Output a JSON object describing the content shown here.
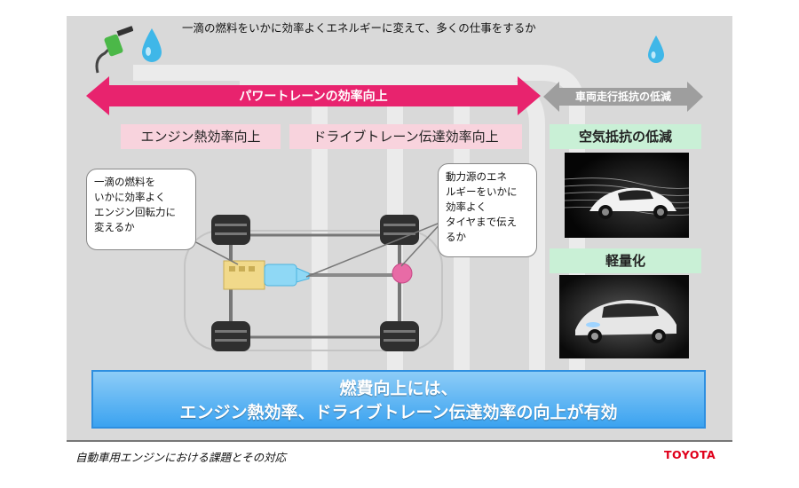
{
  "header": {
    "text": "一滴の燃料をいかに効率よくエネルギーに変えて、多くの仕事をするか"
  },
  "arrows": {
    "powertrain": "パワートレーンの効率向上",
    "vehicle_resistance": "車両走行抵抗の低減"
  },
  "labels": {
    "engine_efficiency": "エンジン熱効率向上",
    "drivetrain_efficiency": "ドライブトレーン伝達効率向上",
    "air_resistance": "空気抵抗の低減",
    "weight_reduction": "軽量化"
  },
  "callouts": {
    "engine": "一滴の燃料を\nいかに効率よく\nエンジン回転力に\n変えるか",
    "drivetrain": "動力源のエネ\nルギーをいかに\n効率よく\nタイヤまで伝え\nるか"
  },
  "conclusion": {
    "line1": "燃費向上には、",
    "line2": "エンジン熱効率、ドライブトレーン伝達効率の向上が有効"
  },
  "footer": {
    "title": "自動車用エンジンにおける課題とその対応",
    "brand": "TOYOTA"
  },
  "colors": {
    "powertrain_arrow": "#e8236e",
    "resistance_arrow": "#9e9e9e",
    "pink_label_bg": "#f8d3dd",
    "green_label_bg": "#c9f0d6",
    "conclusion_bg": "#3ba3f0",
    "brand_red": "#e0001b"
  }
}
